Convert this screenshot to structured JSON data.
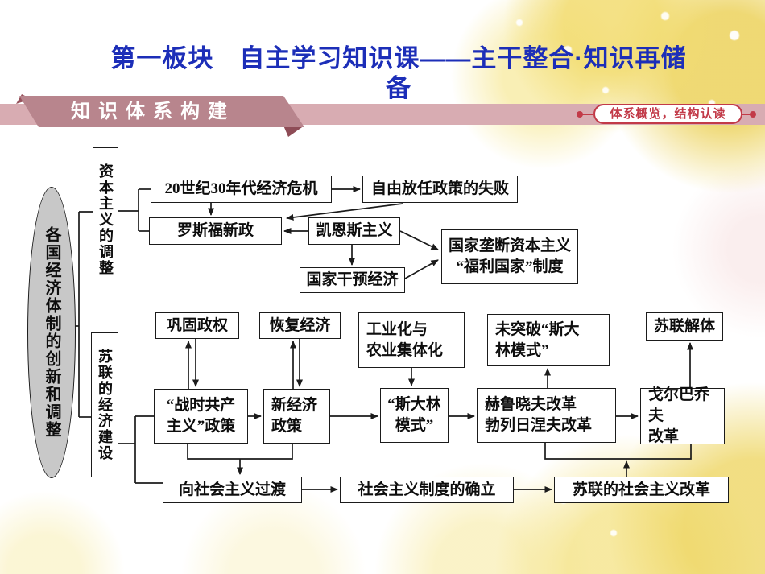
{
  "header": {
    "title_line1": "第一板块　自主学习知识课——主干整合·知识再储",
    "title_line2": "备"
  },
  "banner": {
    "label": "知识体系构建",
    "tag": "体系概览，结构认读"
  },
  "colors": {
    "title_blue": "#1c2eb8",
    "ribbon_dark": "#b8858d",
    "ribbon_light": "#d8acb2",
    "ribbon_fold": "#8e4c56",
    "tag_red": "#c23a48",
    "oval_gray": "#c8c8c8",
    "line_black": "#1b1b1b"
  },
  "diagram": {
    "root": "各国经济体制的创新和调整",
    "branch_capitalism": "资本主义的调整",
    "branch_soviet": "苏联的经济建设",
    "crisis": "20世纪30年代经济危机",
    "laissez_faire": "自由放任政策的失败",
    "new_deal": "罗斯福新政",
    "keynesianism": "凯恩斯主义",
    "state_intervention": "国家干预经济",
    "monopoly_line1": "国家垄断资本主义",
    "monopoly_line2": "“福利国家”制度",
    "consolidate_power": "巩固政权",
    "restore_economy": "恢复经济",
    "industrialization_line1": "工业化与",
    "industrialization_line2": "农业集体化",
    "war_communism_line1": "“战时共产",
    "war_communism_line2": "主义”政策",
    "nep_line1": "新经济",
    "nep_line2": "政策",
    "stalin_model_line1": "“斯大林",
    "stalin_model_line2": "模式”",
    "not_break_line1": "未突破“斯大",
    "not_break_line2": "林模式”",
    "khrushchev_line1": "赫鲁晓夫改革",
    "khrushchev_line2": "勃列日涅夫改革",
    "gorbachev_line1": "戈尔巴乔夫",
    "gorbachev_line2": "改革",
    "ussr_collapse": "苏联解体",
    "transition": "向社会主义过渡",
    "system_established": "社会主义制度的确立",
    "socialist_reform": "苏联的社会主义改革"
  }
}
